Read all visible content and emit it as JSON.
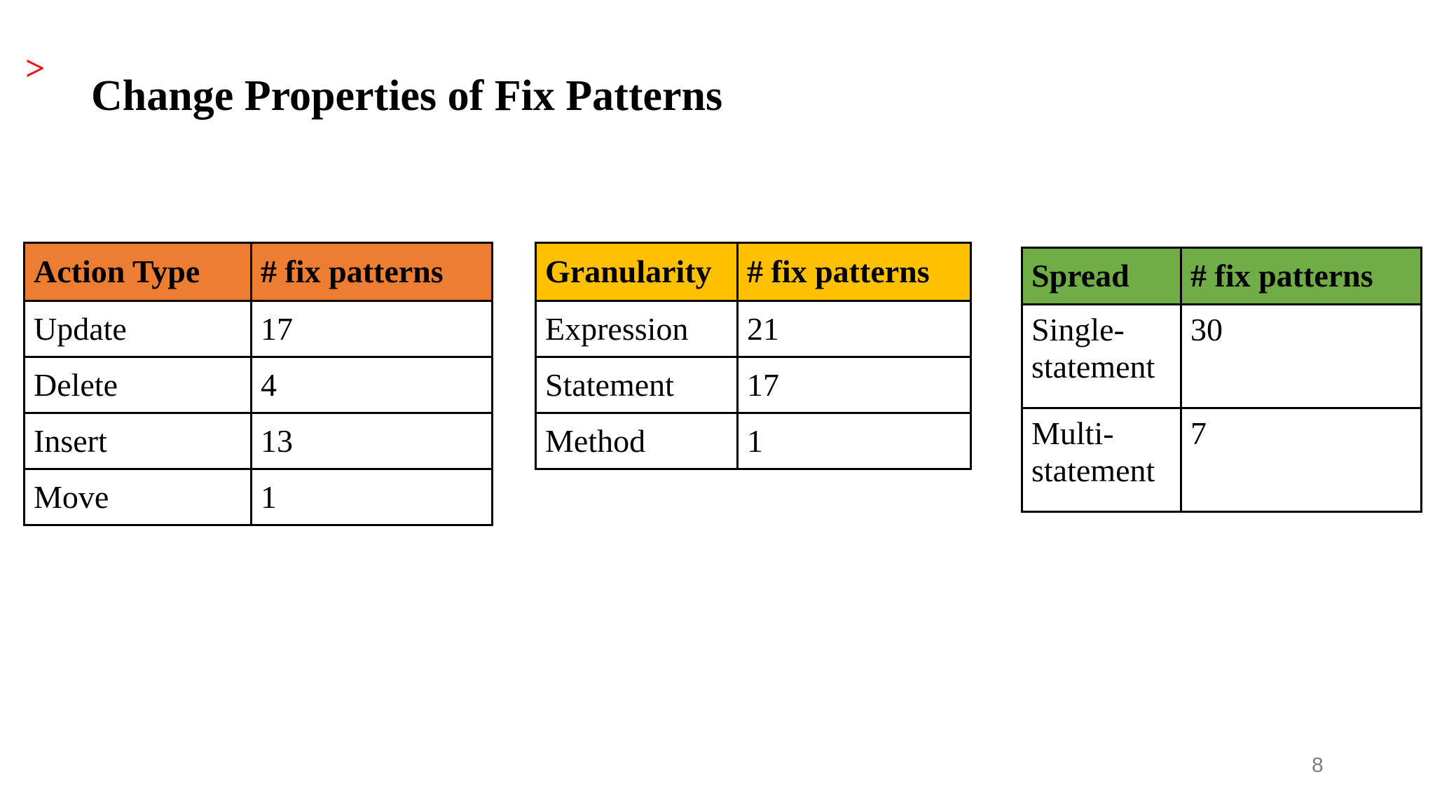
{
  "slide": {
    "title": "Change Properties of Fix Patterns",
    "title_bullet": ">",
    "page_number": "8"
  },
  "colors": {
    "accent_red": "#ee1414",
    "orange_header": "#ed7d31",
    "yellow_header": "#ffc000",
    "green_header": "#70ad47",
    "border_black": "#000000",
    "page_number_gray": "#7f7f7f"
  },
  "tables": [
    {
      "name": "action-type",
      "header_color": "orange",
      "columns": [
        "Action Type",
        "# fix patterns"
      ],
      "rows": [
        [
          "Update",
          "17"
        ],
        [
          "Delete",
          "4"
        ],
        [
          "Insert",
          "13"
        ],
        [
          "Move",
          "1"
        ]
      ]
    },
    {
      "name": "granularity",
      "header_color": "yellow",
      "columns": [
        "Granularity",
        "# fix patterns"
      ],
      "rows": [
        [
          "Expression",
          "21"
        ],
        [
          "Statement",
          "17"
        ],
        [
          "Method",
          "1"
        ]
      ]
    },
    {
      "name": "spread",
      "header_color": "green",
      "columns": [
        "Spread",
        "# fix patterns"
      ],
      "rows": [
        [
          "Single-statement",
          "30"
        ],
        [
          "Multi-statement",
          "7"
        ]
      ]
    }
  ]
}
